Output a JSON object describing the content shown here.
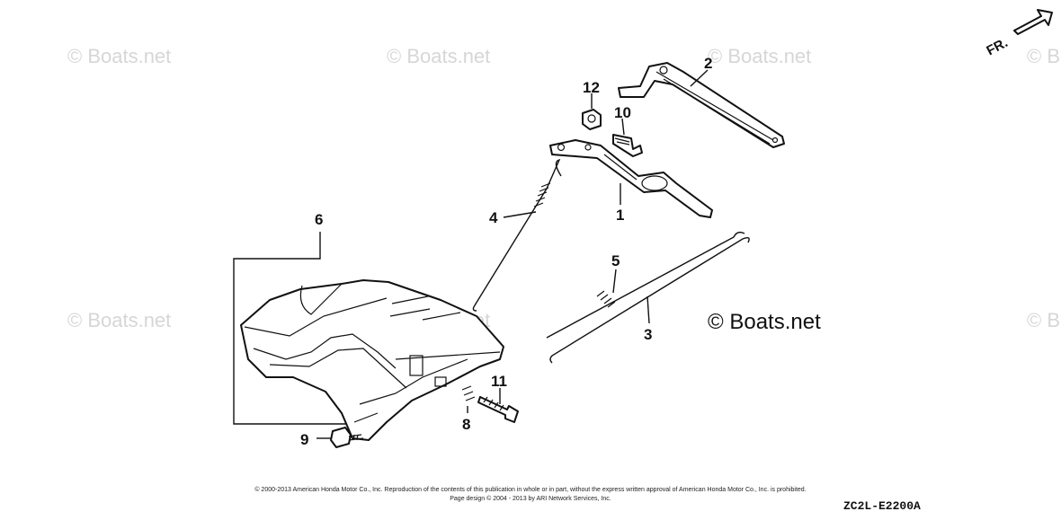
{
  "watermarks": [
    "© Boats.net",
    "© Boats.net",
    "© Boats.net",
    "© B",
    "© Boats.net",
    "© Boats.net",
    "© B"
  ],
  "watermark_main": "© Boats.net",
  "direction_label": "FR.",
  "parts": {
    "p1": "1",
    "p2": "2",
    "p3": "3",
    "p4": "4",
    "p5": "5",
    "p6": "6",
    "p8": "8",
    "p9": "9",
    "p10": "10",
    "p11": "11",
    "p12": "12"
  },
  "footer": {
    "line1": "© 2000-2013 American Honda Motor Co., Inc. Reproduction of the contents of this publication in whole or in part, without the express written approval of American Honda Motor Co., Inc. is prohibited.",
    "line2": "Page design © 2004 - 2013 by ARI Network Services, Inc."
  },
  "diagram_code": "ZC2L-E2200A"
}
